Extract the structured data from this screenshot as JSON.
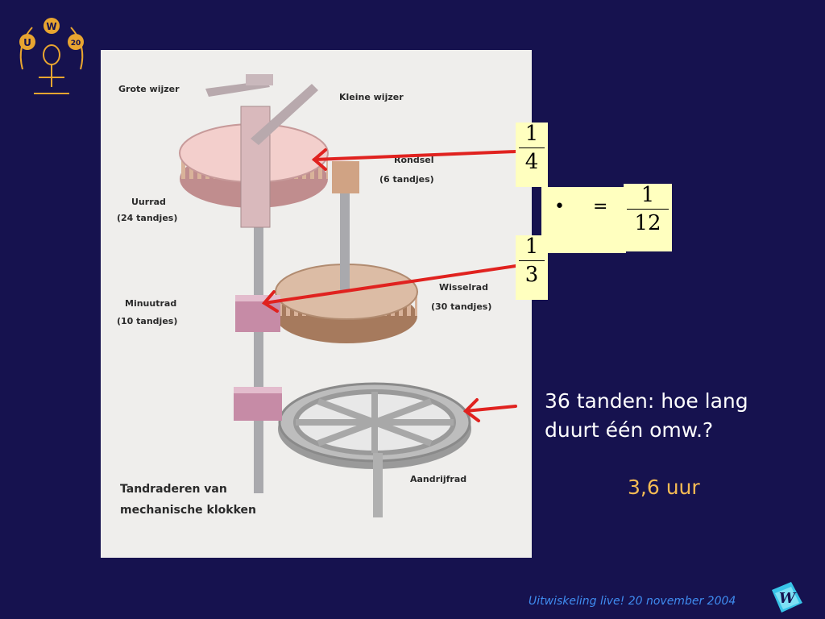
{
  "diagram": {
    "labels": {
      "grote_wijzer": "Grote wijzer",
      "kleine_wijzer": "Kleine wijzer",
      "rondsel": "Rondsel",
      "rondsel_teeth": "(6 tandjes)",
      "uurrad": "Uurrad",
      "uurrad_teeth": "(24 tandjes)",
      "minuutrad": "Minuutrad",
      "minuutrad_teeth": "(10 tandjes)",
      "wisselrad": "Wisselrad",
      "wisselrad_teeth": "(30 tandjes)",
      "aandrijfrad": "Aandrijfrad",
      "caption_line1": "Tandraderen van",
      "caption_line2": "mechanische klokken"
    }
  },
  "fractions": {
    "top": {
      "numerator": "1",
      "denominator": "4"
    },
    "bottom": {
      "numerator": "1",
      "denominator": "3"
    },
    "result": {
      "bullet": "•",
      "equals": "=",
      "numerator": "1",
      "denominator": "12"
    }
  },
  "question": {
    "line1": "36 tanden: hoe lang",
    "line2": "duurt één omw.?",
    "answer": "3,6 uur"
  },
  "footer": {
    "text": "Uitwiskeling live!  20 november 2004"
  },
  "logo": {
    "letter_top": "W",
    "letter_left": "U",
    "number_right": "20",
    "footer_logo_letter": "W"
  },
  "colors": {
    "background": "#16124f",
    "fraction_box": "#ffffbf",
    "arrow": "#e0221f",
    "answer": "#f5bb54",
    "footer_text": "#3f8cf0"
  }
}
